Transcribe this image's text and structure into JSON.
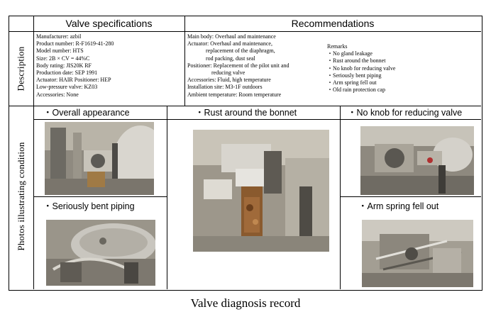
{
  "table": {
    "header_left": "Valve specifications",
    "header_right": "Recommendations",
    "row_label_description": "Description",
    "row_label_photos": "Photos illustrating  condition"
  },
  "specifications": [
    "Manufacturer: azbil",
    "Product number: R-F1619-41-280",
    "Model number: HTS",
    "Size: 2B × CV = 44%C",
    "Body rating: JIS20K RF",
    "Production date: SEP 1991",
    "Actuator: HAIR       Positioner: HEP",
    "Low-pressure valve: KZ03",
    "Accessories: None"
  ],
  "recommendations": [
    "Main body: Overhaul and maintenance",
    "Actuator: Overhaul and maintenance,",
    "             replacement of the diaphragm,",
    "             rod packing, dust seal",
    "Positioner: Replacement of the pilot unit and",
    "                 reducing valve",
    "Accessories: Fluid, high temperature",
    "Installation site: M3-1F outdoors",
    "Ambient temperature: Room temperature"
  ],
  "remarks": {
    "title": "Remarks",
    "items": [
      "・No gland leakage",
      "・Rust around the bonnet",
      "・No knob for reducing valve",
      "・Seriously bent piping",
      "・Arm spring fell out",
      "・Old rain protection cap"
    ]
  },
  "photos": {
    "overall": "・Overall appearance",
    "rust": "・Rust around the bonnet",
    "no_knob": "・No knob for reducing valve",
    "bent_piping": "・Seriously bent piping",
    "arm_spring": "・Arm spring fell out"
  },
  "figure_caption": "Valve diagnosis record"
}
